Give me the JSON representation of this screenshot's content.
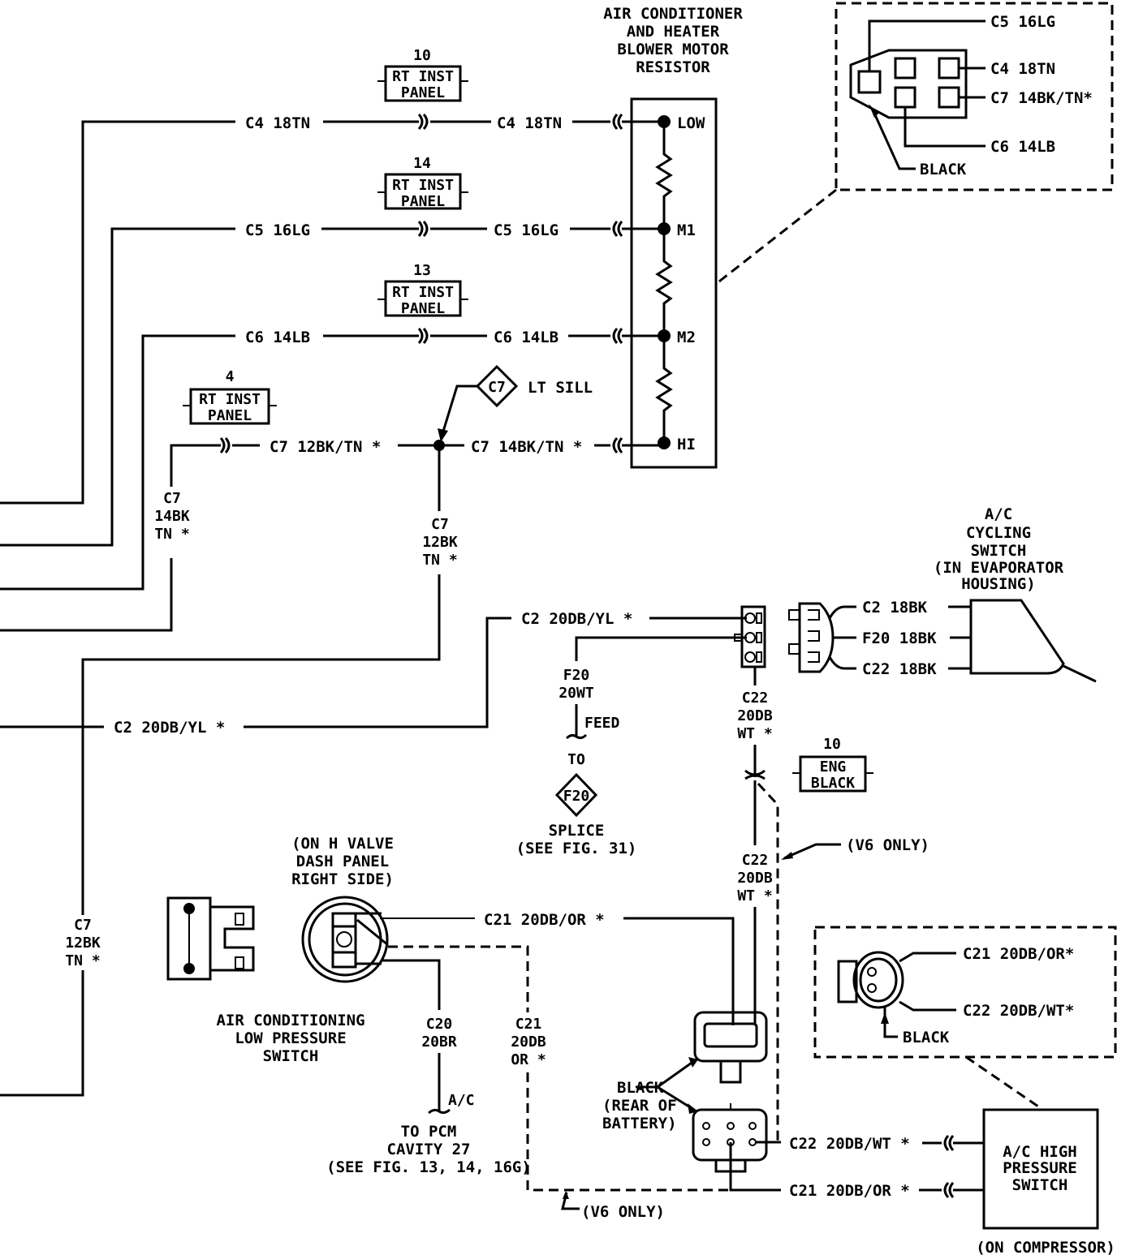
{
  "title": "Air Conditioner and Heater Blower Motor / A/C Switch Wiring Diagram",
  "colors": {
    "ink": "#000000",
    "paper": "#ffffff"
  },
  "resistor": {
    "title": [
      "AIR CONDITIONER",
      "AND HEATER",
      "BLOWER MOTOR",
      "RESISTOR"
    ],
    "terminals": [
      "LOW",
      "M1",
      "M2",
      "HI"
    ]
  },
  "resistor_connector_inset": {
    "labels": [
      "C5 16LG",
      "C4 18TN",
      "C7 14BK/TN*",
      "C6 14LB",
      "BLACK"
    ]
  },
  "inline_connectors": [
    {
      "number": "10",
      "name": [
        "RT INST",
        "PANEL"
      ]
    },
    {
      "number": "14",
      "name": [
        "RT INST",
        "PANEL"
      ]
    },
    {
      "number": "13",
      "name": [
        "RT INST",
        "PANEL"
      ]
    },
    {
      "number": "4",
      "name": [
        "RT INST",
        "PANEL"
      ]
    },
    {
      "number": "10",
      "name": [
        "ENG",
        "BLACK"
      ]
    }
  ],
  "wires": {
    "c4_left": "C4 18TN",
    "c4_right": "C4 18TN",
    "c5_left": "C5 16LG",
    "c5_right": "C5 16LG",
    "c6_left": "C6 14LB",
    "c6_right": "C6 14LB",
    "c7_left": "C7 12BK/TN *",
    "c7_right": "C7 14BK/TN *",
    "c7_vert_a": [
      "C7",
      "14BK",
      "TN *"
    ],
    "c7_vert_b": [
      "C7",
      "12BK",
      "TN *"
    ],
    "c7_vert_c": [
      "C7",
      "12BK",
      "TN *"
    ],
    "c2_top": "C2 20DB/YL *",
    "c2_bottom": "C2 20DB/YL *",
    "f20_vert": [
      "F20",
      "20WT"
    ],
    "feed": "FEED",
    "c22_vert_a": [
      "C22",
      "20DB",
      "WT *"
    ],
    "c22_vert_b": [
      "C22",
      "20DB",
      "WT *"
    ],
    "c21_top": "C21 20DB/OR *",
    "c20_vert": [
      "C20",
      "20BR"
    ],
    "c21_vert": [
      "C21",
      "20DB",
      "OR *"
    ],
    "ac_label": "A/C",
    "c22_bottom": "C22 20DB/WT *",
    "c21_bottom": "C21 20DB/OR *"
  },
  "splice": {
    "c7": {
      "id": "C7",
      "location": "LT SILL"
    },
    "f20": {
      "to": "TO",
      "id": "F20",
      "caption": [
        "SPLICE",
        "(SEE FIG. 31)"
      ]
    }
  },
  "cycling_switch": {
    "title": [
      "A/C",
      "CYCLING",
      "SWITCH",
      "(IN EVAPORATOR",
      "HOUSING)"
    ],
    "pins": [
      "C2 18BK",
      "F20 18BK",
      "C22 18BK"
    ]
  },
  "low_pressure_switch": {
    "location": [
      "(ON H VALVE",
      "DASH PANEL",
      "RIGHT SIDE)"
    ],
    "name": [
      "AIR CONDITIONING",
      "LOW PRESSURE",
      "SWITCH"
    ]
  },
  "pcn_note": [
    "TO PCM",
    "CAVITY 27",
    "(SEE FIG. 13, 14, 16G)"
  ],
  "battery_note": [
    "BLACK",
    "(REAR OF",
    "BATTERY)"
  ],
  "v6_only_1": "(V6 ONLY)",
  "v6_only_2": "(V6 ONLY)",
  "high_pressure_inset": {
    "labels": [
      "C21 20DB/OR*",
      "C22 20DB/WT*",
      "BLACK"
    ]
  },
  "high_pressure_switch": {
    "name": [
      "A/C HIGH",
      "PRESSURE",
      "SWITCH"
    ],
    "location": "(ON COMPRESSOR)"
  }
}
